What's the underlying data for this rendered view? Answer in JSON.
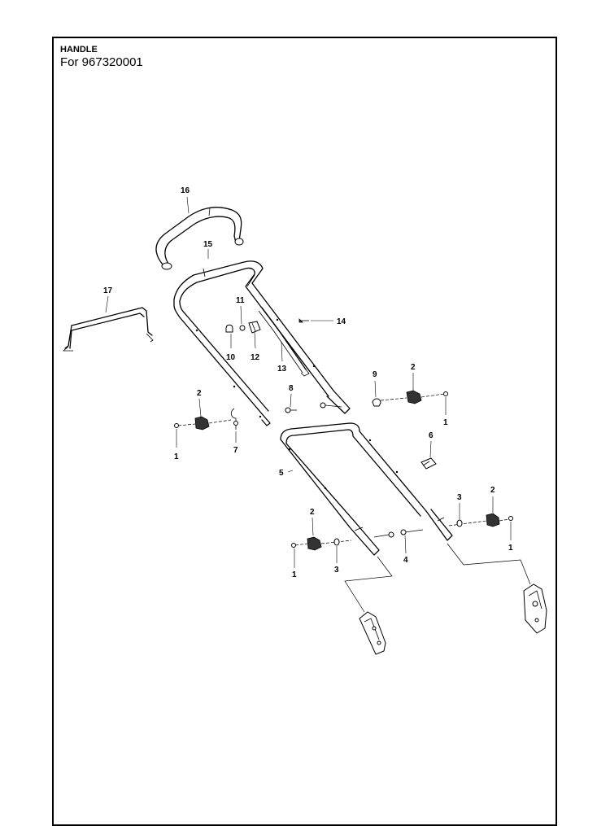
{
  "header": {
    "title": "HANDLE",
    "subtitle": "For 967320001"
  },
  "callouts": {
    "c16": "16",
    "c15": "15",
    "c17": "17",
    "c11": "11",
    "c14": "14",
    "c10": "10",
    "c12": "12",
    "c13": "13",
    "c9": "9",
    "c2a": "2",
    "c1a": "1",
    "c8": "8",
    "c2b": "2",
    "c1b": "1",
    "c7": "7",
    "c6": "6",
    "c5": "5",
    "c3a": "3",
    "c2c": "2",
    "c2d": "2",
    "c1c": "1",
    "c3b": "3",
    "c4": "4",
    "c1d": "1"
  }
}
